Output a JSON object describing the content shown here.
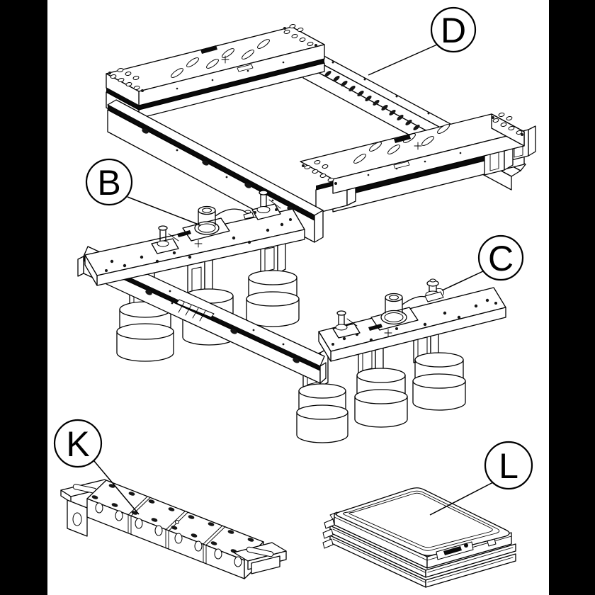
{
  "figure": {
    "kind": "exploded-parts-line-drawing",
    "background_color": "#ffffff",
    "pillarbox_color": "#000000",
    "line_color": "#000000",
    "balloons": {
      "d": {
        "label": "D"
      },
      "b": {
        "label": "B"
      },
      "c": {
        "label": "C"
      },
      "k": {
        "label": "K"
      },
      "l": {
        "label": "L"
      }
    }
  }
}
